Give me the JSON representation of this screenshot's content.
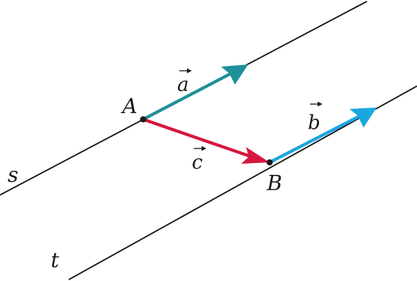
{
  "colors": {
    "line": "#1a1a1a",
    "vector_a": "#1f8f9a",
    "vector_b": "#1aa7e0",
    "vector_c": "#d6173d",
    "point": "#1a1a1a"
  },
  "lines": [
    {
      "id": "s",
      "label": "s"
    },
    {
      "id": "t",
      "label": "t"
    }
  ],
  "points": [
    {
      "id": "A",
      "label": "A"
    },
    {
      "id": "B",
      "label": "B"
    }
  ],
  "vectors": [
    {
      "id": "a",
      "label": "a",
      "from": "A",
      "on_line": "s"
    },
    {
      "id": "b",
      "label": "b",
      "from": "B",
      "on_line": "t"
    },
    {
      "id": "c",
      "label": "c",
      "from": "A",
      "to": "B"
    }
  ]
}
